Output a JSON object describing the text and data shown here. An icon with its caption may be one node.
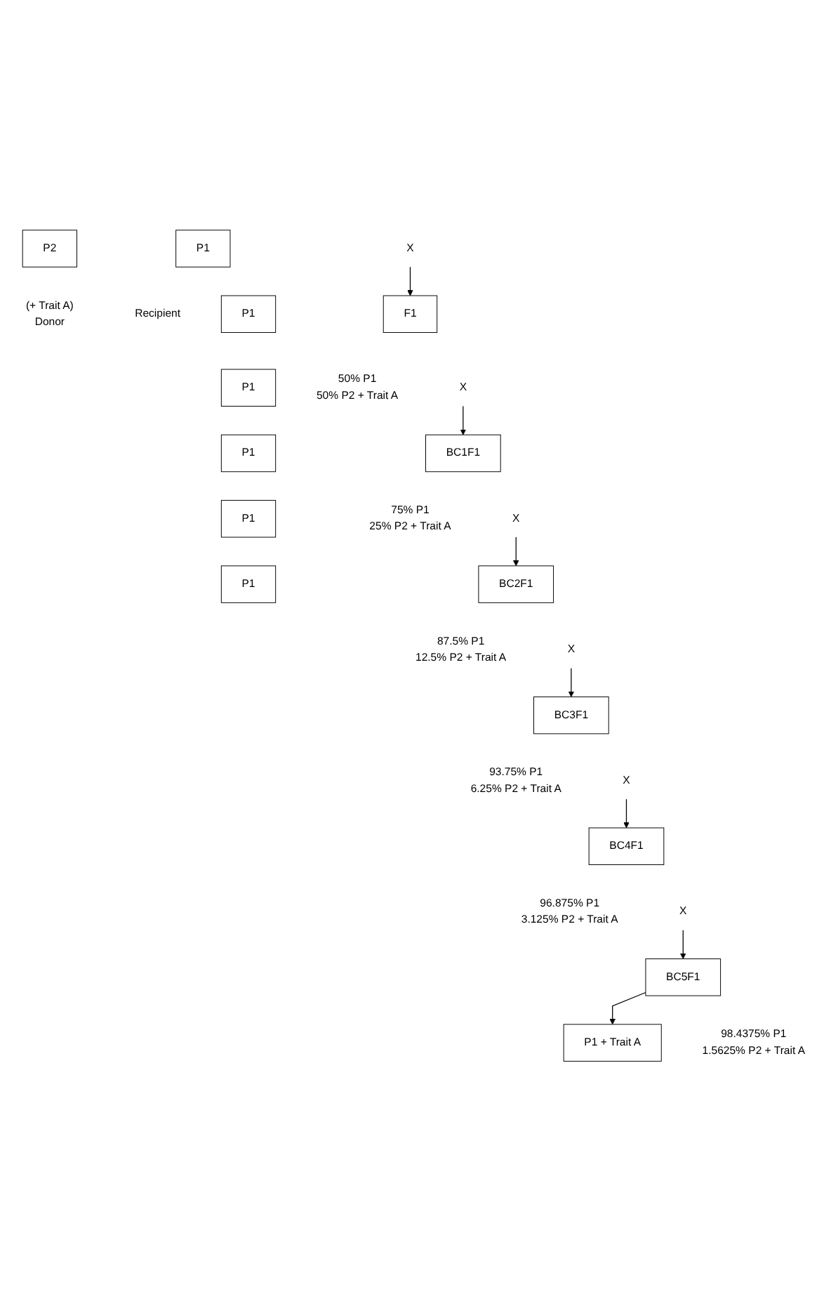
{
  "diagram": {
    "nodes": [
      {
        "text": [
          "P1"
        ],
        "beside": [
          "Recipient"
        ]
      },
      {
        "text": [
          "X"
        ]
      },
      {
        "text": [
          "P2"
        ],
        "beside": [
          "(+ Trait A)",
          "Donor"
        ]
      },
      {
        "text": [
          "P1"
        ]
      },
      {
        "text": [
          "F1"
        ],
        "beside": [
          "50% P1",
          "50% P2 + Trait A"
        ]
      },
      {
        "text": [
          "X"
        ]
      },
      {
        "text": [
          "P1"
        ]
      },
      {
        "text": [
          "BC1F1"
        ],
        "beside": [
          "75% P1",
          "25% P2 + Trait A"
        ]
      },
      {
        "text": [
          "X"
        ]
      },
      {
        "text": [
          "P1"
        ]
      },
      {
        "text": [
          "BC2F1"
        ],
        "beside": [
          "87.5% P1",
          "12.5% P2 + Trait A"
        ]
      },
      {
        "text": [
          "X"
        ]
      },
      {
        "text": [
          "P1"
        ]
      },
      {
        "text": [
          "BC3F1"
        ],
        "beside": [
          "93.75% P1",
          "6.25% P2 + Trait A"
        ]
      },
      {
        "text": [
          "X"
        ]
      },
      {
        "text": [
          "P1"
        ]
      },
      {
        "text": [
          "BC4F1"
        ],
        "beside": [
          "96.875% P1",
          "3.125% P2 + Trait A"
        ]
      },
      {
        "text": [
          "X"
        ]
      },
      {
        "text": [
          "BC5F1"
        ],
        "beside": [
          "98.4375% P1",
          "1.5625% P2 + Trait A"
        ]
      },
      {
        "text": [
          "P1 + Trait A"
        ]
      }
    ],
    "edges": [
      {
        "from": 1,
        "to": 4,
        "arrow": "to"
      },
      {
        "from": 5,
        "to": 7,
        "arrow": "to"
      },
      {
        "from": 8,
        "to": 10,
        "arrow": "to"
      },
      {
        "from": 11,
        "to": 13,
        "arrow": "to"
      },
      {
        "from": 14,
        "to": 16,
        "arrow": "to"
      },
      {
        "from": 17,
        "to": 18,
        "arrow": "to"
      },
      {
        "from": 18,
        "to": 19,
        "arrow": "to"
      }
    ]
  }
}
